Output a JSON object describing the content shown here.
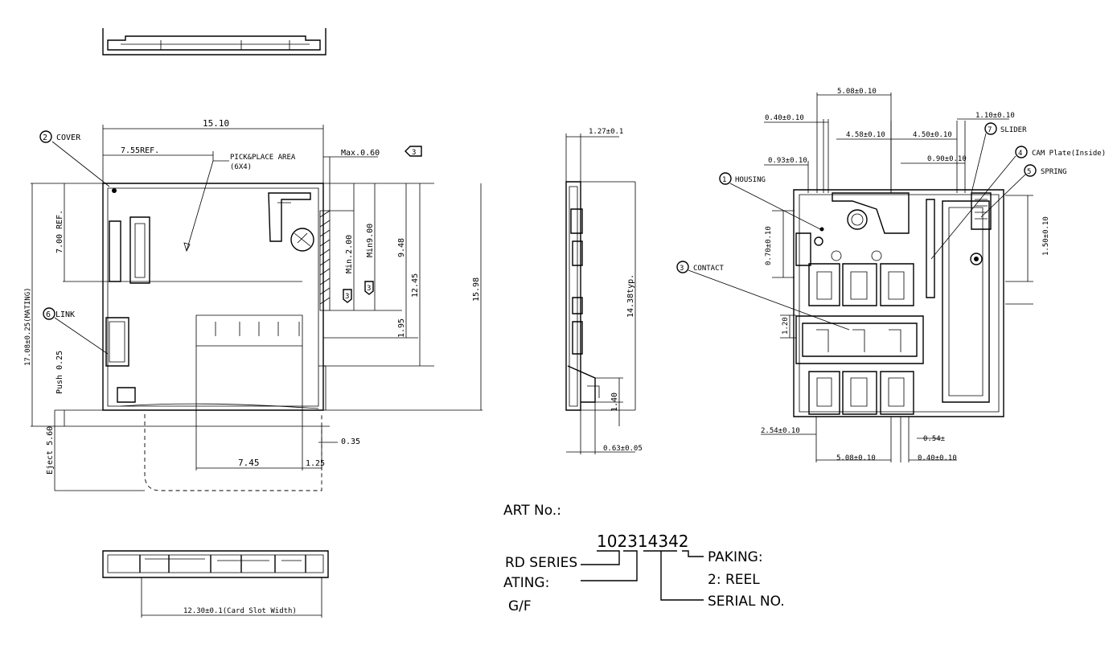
{
  "top_view": {
    "dims": {
      "width": "15.10",
      "ref_width": "7.55REF.",
      "max_height": "Max.0.60",
      "mating": "17.08±0.25(MATING)",
      "ref_7": "7.00 REF.",
      "min_2": "Min.2.00",
      "min_9": "Min9.00",
      "d_948": "9.48",
      "d_1245": "12.45",
      "d_1598": "15.98",
      "d_195": "1.95",
      "push": "Push 0.25",
      "eject": "Eject 5.60",
      "d_035": "0.35",
      "d_745": "7.45",
      "d_125": "1.25"
    },
    "callouts": {
      "cover": "COVER",
      "cover_num": "2",
      "link": "LINK",
      "link_num": "6",
      "pick_place": "PICK&PLACE AREA",
      "pick_place_sub": "(6X4)",
      "flag_3": "3"
    }
  },
  "side_view": {
    "dims": {
      "d_127": "1.27±0.1",
      "d_1438": "14.38typ.",
      "d_140": "1.40",
      "d_063": "0.63±0.05"
    }
  },
  "bottom_view": {
    "dims": {
      "slot_width": "12.30±0.1(Card Slot Width)"
    }
  },
  "right_view": {
    "dims": {
      "d_508_top": "5.08±0.10",
      "d_040_top": "0.40±0.10",
      "d_110": "1.10±0.10",
      "d_458": "4.58±0.10",
      "d_450": "4.50±0.10",
      "d_093": "0.93±0.10",
      "d_090": "0.90±0.10",
      "d_070": "0.70±0.10",
      "d_150": "1.50±0.10",
      "d_120": "1.20",
      "d_254": "2.54±0.10",
      "d_054": "0.54±",
      "d_508_bot": "5.08±0.10",
      "d_040_bot": "0.40±0.10"
    },
    "callouts": {
      "housing_num": "1",
      "housing": "HOUSING",
      "contact_num": "3",
      "contact": "CONTACT",
      "slider_num": "7",
      "slider": "SLIDER",
      "cam_num": "4",
      "cam": "CAM Plate(Inside)",
      "spring_num": "5",
      "spring": "SPRING"
    }
  },
  "art_number": {
    "label": "ART No.:",
    "number": "102314342",
    "rd_series": "RD SERIES",
    "plating": "ATING:",
    "plating_value": "G/F",
    "packing": "PAKING:",
    "packing_value": "2: REEL",
    "serial": "SERIAL NO."
  }
}
